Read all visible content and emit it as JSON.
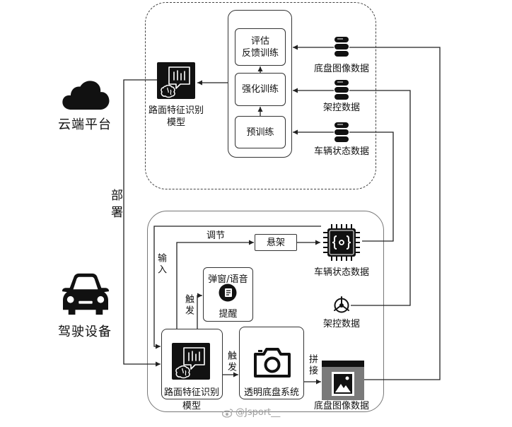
{
  "cloud_platform": {
    "label": "云端平台"
  },
  "driving_device": {
    "label": "驾驶设备"
  },
  "deploy_label": "部署",
  "cloud_box": {
    "training": {
      "eval_line1": "评估",
      "eval_line2": "反馈训练",
      "reinforce": "强化训练",
      "pretrain": "预训练"
    },
    "model": {
      "line1": "路面特征识别",
      "line2": "模型"
    },
    "databases": {
      "chassis_image": "底盘图像数据",
      "steering_control": "架控数据",
      "vehicle_state": "车辆状态数据"
    }
  },
  "device_box": {
    "vehicle_state": "车辆状态数据",
    "suspension": "悬架",
    "adjust_label": "调节",
    "input_label": "输入",
    "trigger_alert_label": "触发",
    "trigger_chassis_label": "触发",
    "stitch_label": "拼接",
    "alert": {
      "line1": "弹窗/语音",
      "line2": "提醒"
    },
    "model": {
      "line1": "路面特征识别",
      "line2": "模型"
    },
    "transparent_chassis": "透明底盘系统",
    "steering_control": "架控数据",
    "chassis_image": "底盘图像数据"
  },
  "watermark": "@Jsport__",
  "icons": {
    "cloud": "cloud-icon",
    "car": "car-icon",
    "database": "database-icon",
    "model": "ai-model-icon",
    "chip": "chip-icon",
    "camera": "camera-icon",
    "steering": "steering-wheel-icon",
    "alert": "notification-icon",
    "image": "image-icon",
    "weibo": "weibo-logo-icon"
  },
  "colors": {
    "ink": "#111111",
    "stroke": "#222222",
    "frame": "#555555",
    "watermark": "#a0a0a0"
  }
}
